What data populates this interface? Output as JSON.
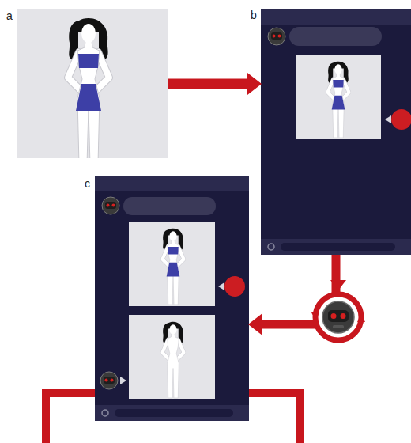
{
  "diagram": {
    "nodes": [
      {
        "text": [
          "a"
        ]
      },
      {
        "text": [
          "b"
        ]
      },
      {
        "text": [
          "c"
        ]
      }
    ],
    "edges": [
      {
        "from": 0,
        "to": 1,
        "arrow": "to"
      },
      {
        "from": 1,
        "to": 2,
        "arrow": "to"
      }
    ]
  }
}
